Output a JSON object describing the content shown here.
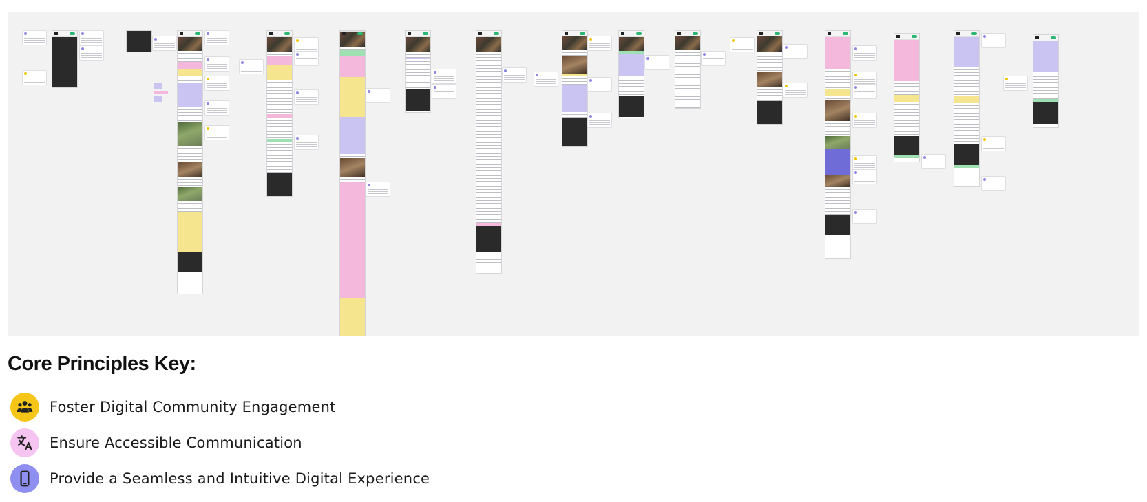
{
  "key": {
    "title": "Core Principles Key:",
    "items": [
      {
        "icon": "community-people-icon",
        "color": "#f5c518",
        "label": "Foster Digital Community Engagement"
      },
      {
        "icon": "translate-icon",
        "color": "#f6c4f0",
        "label": "Ensure Accessible Communication"
      },
      {
        "icon": "smartphone-icon",
        "color": "#8e8ff0",
        "label": "Provide a Seamless and Intuitive Digital Experience"
      }
    ]
  }
}
